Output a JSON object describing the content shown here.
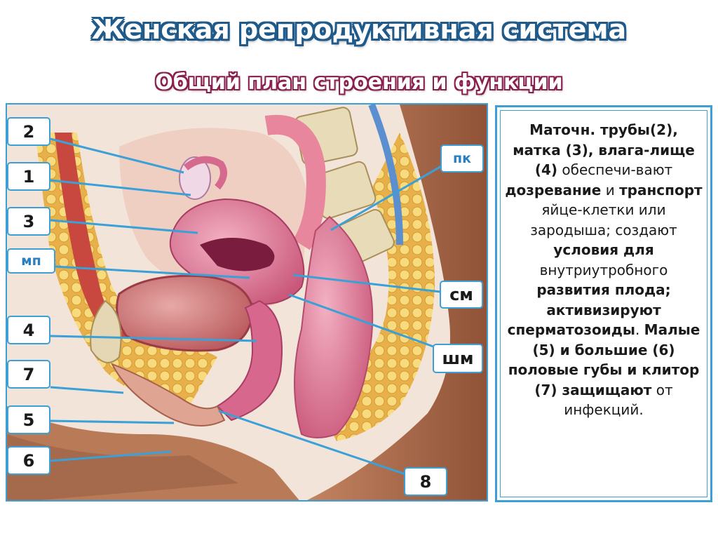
{
  "header": {
    "title": "Женская репродуктивная система",
    "subtitle": "Общий план строения и функции"
  },
  "labels": {
    "n2": "2",
    "n1": "1",
    "n3": "3",
    "mp": "мп",
    "n4": "4",
    "n7": "7",
    "n5": "5",
    "n6": "6",
    "n8": "8",
    "pk": "пк",
    "sm": "см",
    "shm": "шм"
  },
  "description": {
    "p1": "Маточн. трубы(2), матка (3), влага-лище (4)",
    "p2": " обеспечи-вают ",
    "p3": "дозревание",
    "p4": " и ",
    "p5": "транспорт",
    "p6": " яйце-клетки или зародыша; создают ",
    "p7": "условия для",
    "p8": " внутриутробного ",
    "p9": "развития плода; активизируют сперматозоиды",
    "p10": ". ",
    "p11": "Малые (5) и большие (6) половые губы и клитор (7) защищают",
    "p12": " от инфекций."
  },
  "colors": {
    "title_outline": "#1f5a8a",
    "subtitle_outline": "#8a1f4e",
    "frame_border": "#3d9fd6",
    "leader_line": "#3aa0d8",
    "label_blue_text": "#2a7fc0"
  }
}
